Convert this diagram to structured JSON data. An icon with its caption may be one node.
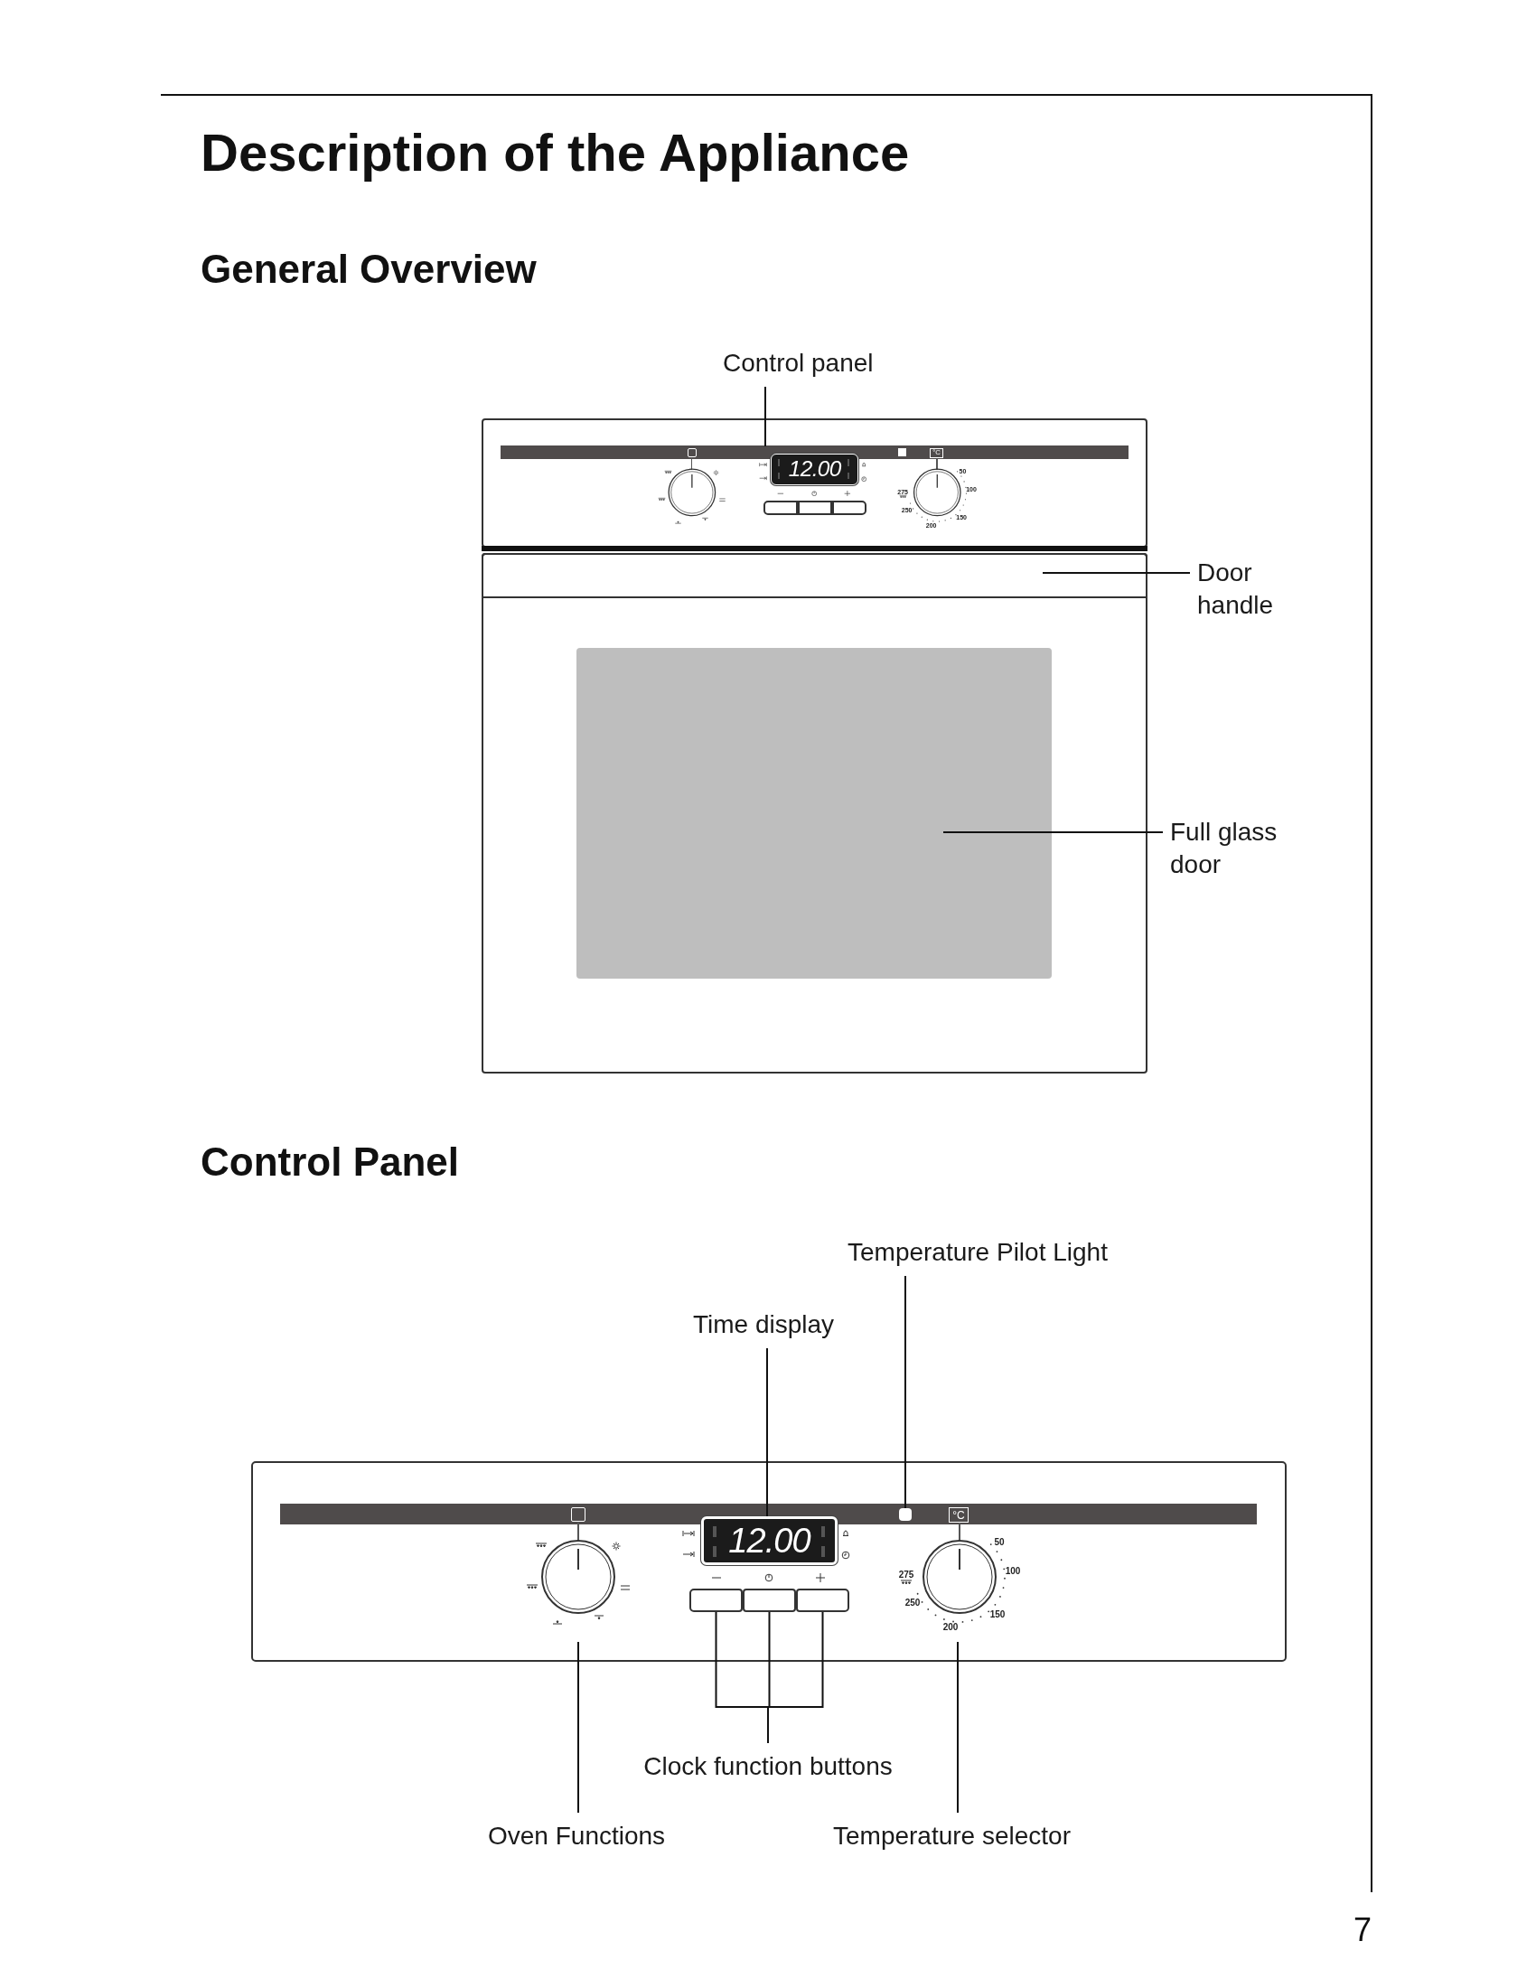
{
  "diagram": {
    "title": "Description of the Appliance",
    "nodes": [
      {
        "text": [
          "Control panel"
        ]
      },
      {
        "text": [],
        "shape": "box"
      },
      {
        "text": [
          "Door handle"
        ]
      },
      {
        "text": [],
        "shape": "bar"
      },
      {
        "text": [],
        "shape": "box"
      },
      {
        "text": [
          "Full glass door"
        ]
      },
      {
        "text": [
          "Temperature Pilot Light"
        ]
      },
      {
        "text": [
          "Time display"
        ]
      },
      {
        "text": [],
        "shape": "box"
      },
      {
        "text": [
          "12.00"
        ]
      },
      {
        "text": [],
        "shape": "box"
      },
      {
        "text": [],
        "shape": "box"
      },
      {
        "text": [],
        "shape": "box"
      },
      {
        "text": [],
        "shape": "circle"
      },
      {
        "text": [],
        "shape": "circle"
      },
      {
        "text": [
          "Clock function buttons"
        ]
      },
      {
        "text": [
          "Oven Functions"
        ]
      },
      {
        "text": [
          "Temperature selector"
        ]
      }
    ],
    "edges": [
      {
        "from": 0,
        "to": 1,
        "arrow": "none"
      },
      {
        "from": 2,
        "to": 3,
        "arrow": "none"
      },
      {
        "from": 5,
        "to": 4,
        "arrow": "none"
      },
      {
        "from": 6,
        "to": 8,
        "arrow": "none"
      },
      {
        "from": 7,
        "to": 9,
        "arrow": "none"
      },
      {
        "from": 15,
        "to": 10,
        "arrow": "none"
      },
      {
        "from": 15,
        "to": 11,
        "arrow": "none"
      },
      {
        "from": 15,
        "to": 12,
        "arrow": "none"
      },
      {
        "from": 16,
        "to": 13,
        "arrow": "none"
      },
      {
        "from": 17,
        "to": 14,
        "arrow": "none"
      }
    ],
    "labels": [
      "General Overview",
      "°C",
      "12.00",
      "50",
      "100",
      "275",
      "250",
      "150",
      "200",
      "Control Panel",
      "°C",
      "50",
      "100",
      "275",
      "250",
      "150",
      "200",
      "7"
    ]
  }
}
